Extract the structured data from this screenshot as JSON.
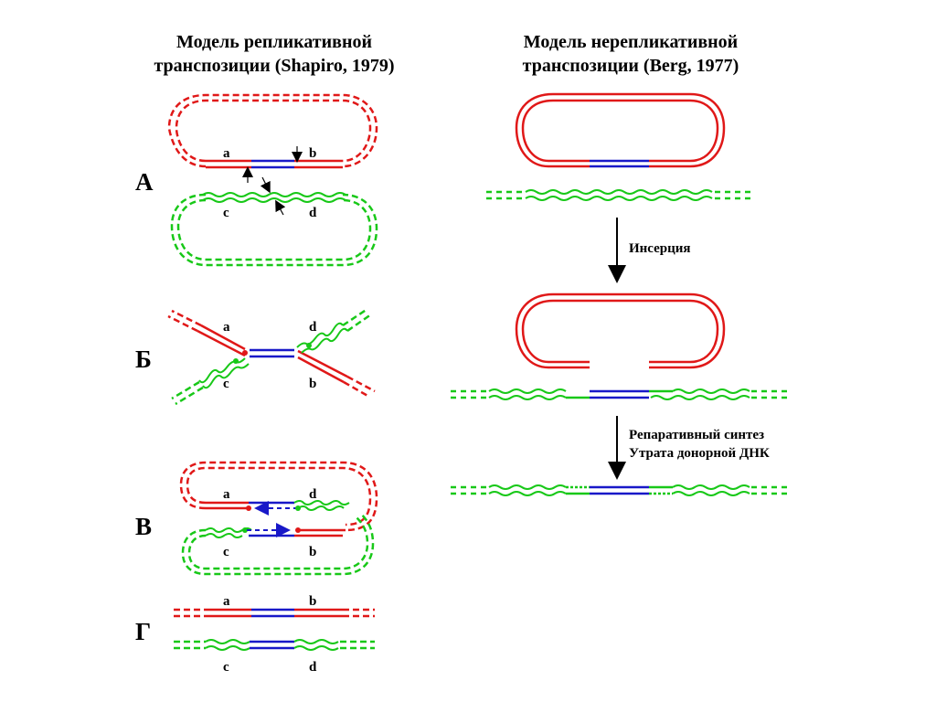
{
  "left_title": {
    "line1": "Модель репликативной",
    "line2": "транспозиции (Shapiro, 1979)"
  },
  "right_title": {
    "line1": "Модель нерепликативной",
    "line2": "транспозиции (Berg, 1977)"
  },
  "stages": {
    "a": "А",
    "b": "Б",
    "v": "В",
    "g": "Г"
  },
  "site_labels": {
    "a": "a",
    "b": "b",
    "c": "c",
    "d": "d"
  },
  "steps": {
    "insertion": "Инсерция",
    "repair_line1": "Репаративный синтез",
    "repair_line2": "Утрата донорной ДНК"
  },
  "colors": {
    "donor": "#e01818",
    "transposon": "#1818c8",
    "target": "#18c818",
    "text": "#000000"
  }
}
